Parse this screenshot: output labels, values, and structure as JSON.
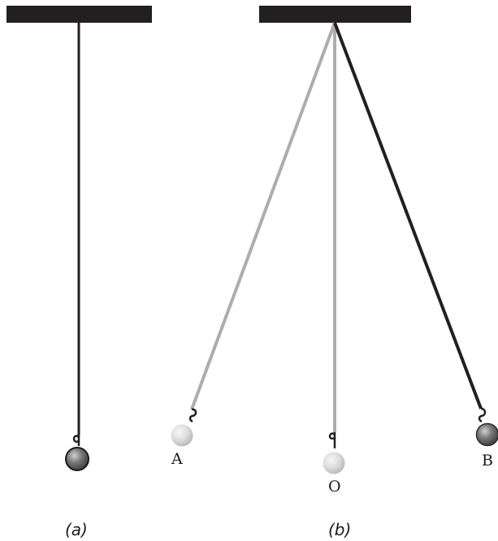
{
  "figures": {
    "a": {
      "caption": "(a)"
    },
    "b": {
      "caption": "(b)"
    }
  },
  "points": {
    "a": "A",
    "o": "O",
    "b": "B"
  },
  "colors": {
    "support": "#231f20",
    "string_dark": "#231f20",
    "string_light": "#adadad",
    "bob_dark": "#6f6f6f",
    "bob_light": "#dcdcdc"
  }
}
